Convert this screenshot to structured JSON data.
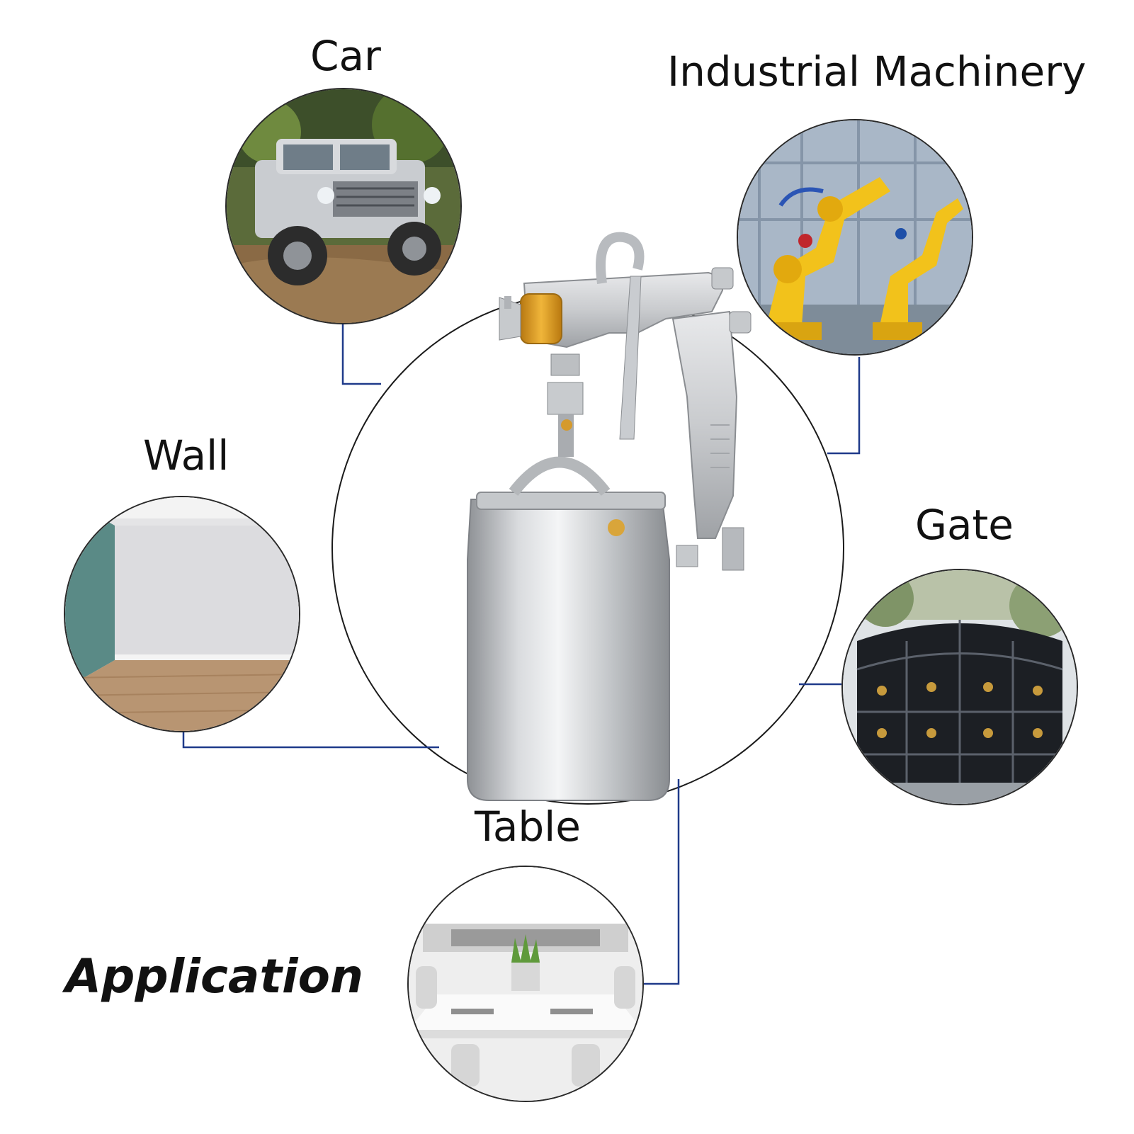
{
  "title": "Application",
  "applications": [
    {
      "label": "Car",
      "icon": "car-photo"
    },
    {
      "label": "Industrial Machinery",
      "icon": "robot-arm-photo"
    },
    {
      "label": "Wall",
      "icon": "empty-room-photo"
    },
    {
      "label": "Gate",
      "icon": "iron-gate-photo"
    },
    {
      "label": "Table",
      "icon": "dining-table-photo"
    }
  ],
  "product": {
    "icon": "spray-gun-icon"
  },
  "colors": {
    "connector": "#1f3a8a",
    "ring": "#1b1b1b",
    "text": "#111111",
    "brass": "#d99a22"
  }
}
